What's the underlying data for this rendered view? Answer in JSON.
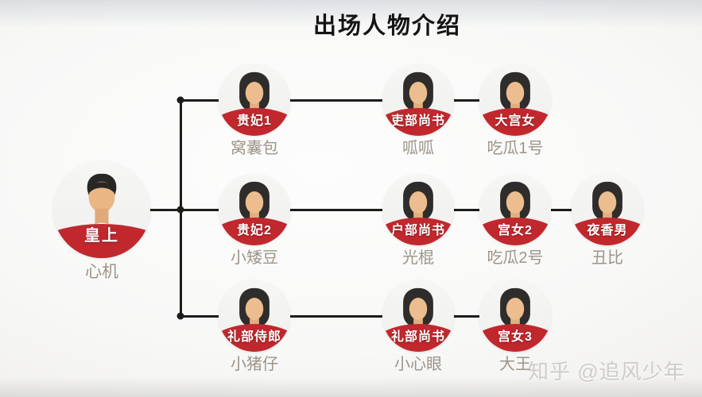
{
  "title": "出场人物介绍",
  "root": {
    "label": "皇上",
    "name": "心机"
  },
  "rows": [
    {
      "nodes": [
        {
          "label": "贵妃1",
          "name": "窝囊包"
        },
        {
          "label": "吏部尚书",
          "name": "呱呱"
        },
        {
          "label": "大宫女",
          "name": "吃瓜1号"
        }
      ]
    },
    {
      "nodes": [
        {
          "label": "贵妃2",
          "name": "小矮豆"
        },
        {
          "label": "户部尚书",
          "name": "光棍"
        },
        {
          "label": "宫女2",
          "name": "吃瓜2号"
        },
        {
          "label": "夜香男",
          "name": "丑比"
        }
      ]
    },
    {
      "nodes": [
        {
          "label": "礼部侍郎",
          "name": "小猪仔"
        },
        {
          "label": "礼部尚书",
          "name": "小心眼"
        },
        {
          "label": "宫女3",
          "name": "大王"
        }
      ]
    }
  ],
  "watermark": {
    "site": "知乎",
    "handle": "@追风少年"
  },
  "colors": {
    "banner_red": "#c1282e",
    "connector": "#1d1c1a",
    "name_text": "#9c9488",
    "title_text": "#141414",
    "watermark_text": "#cdccca"
  }
}
